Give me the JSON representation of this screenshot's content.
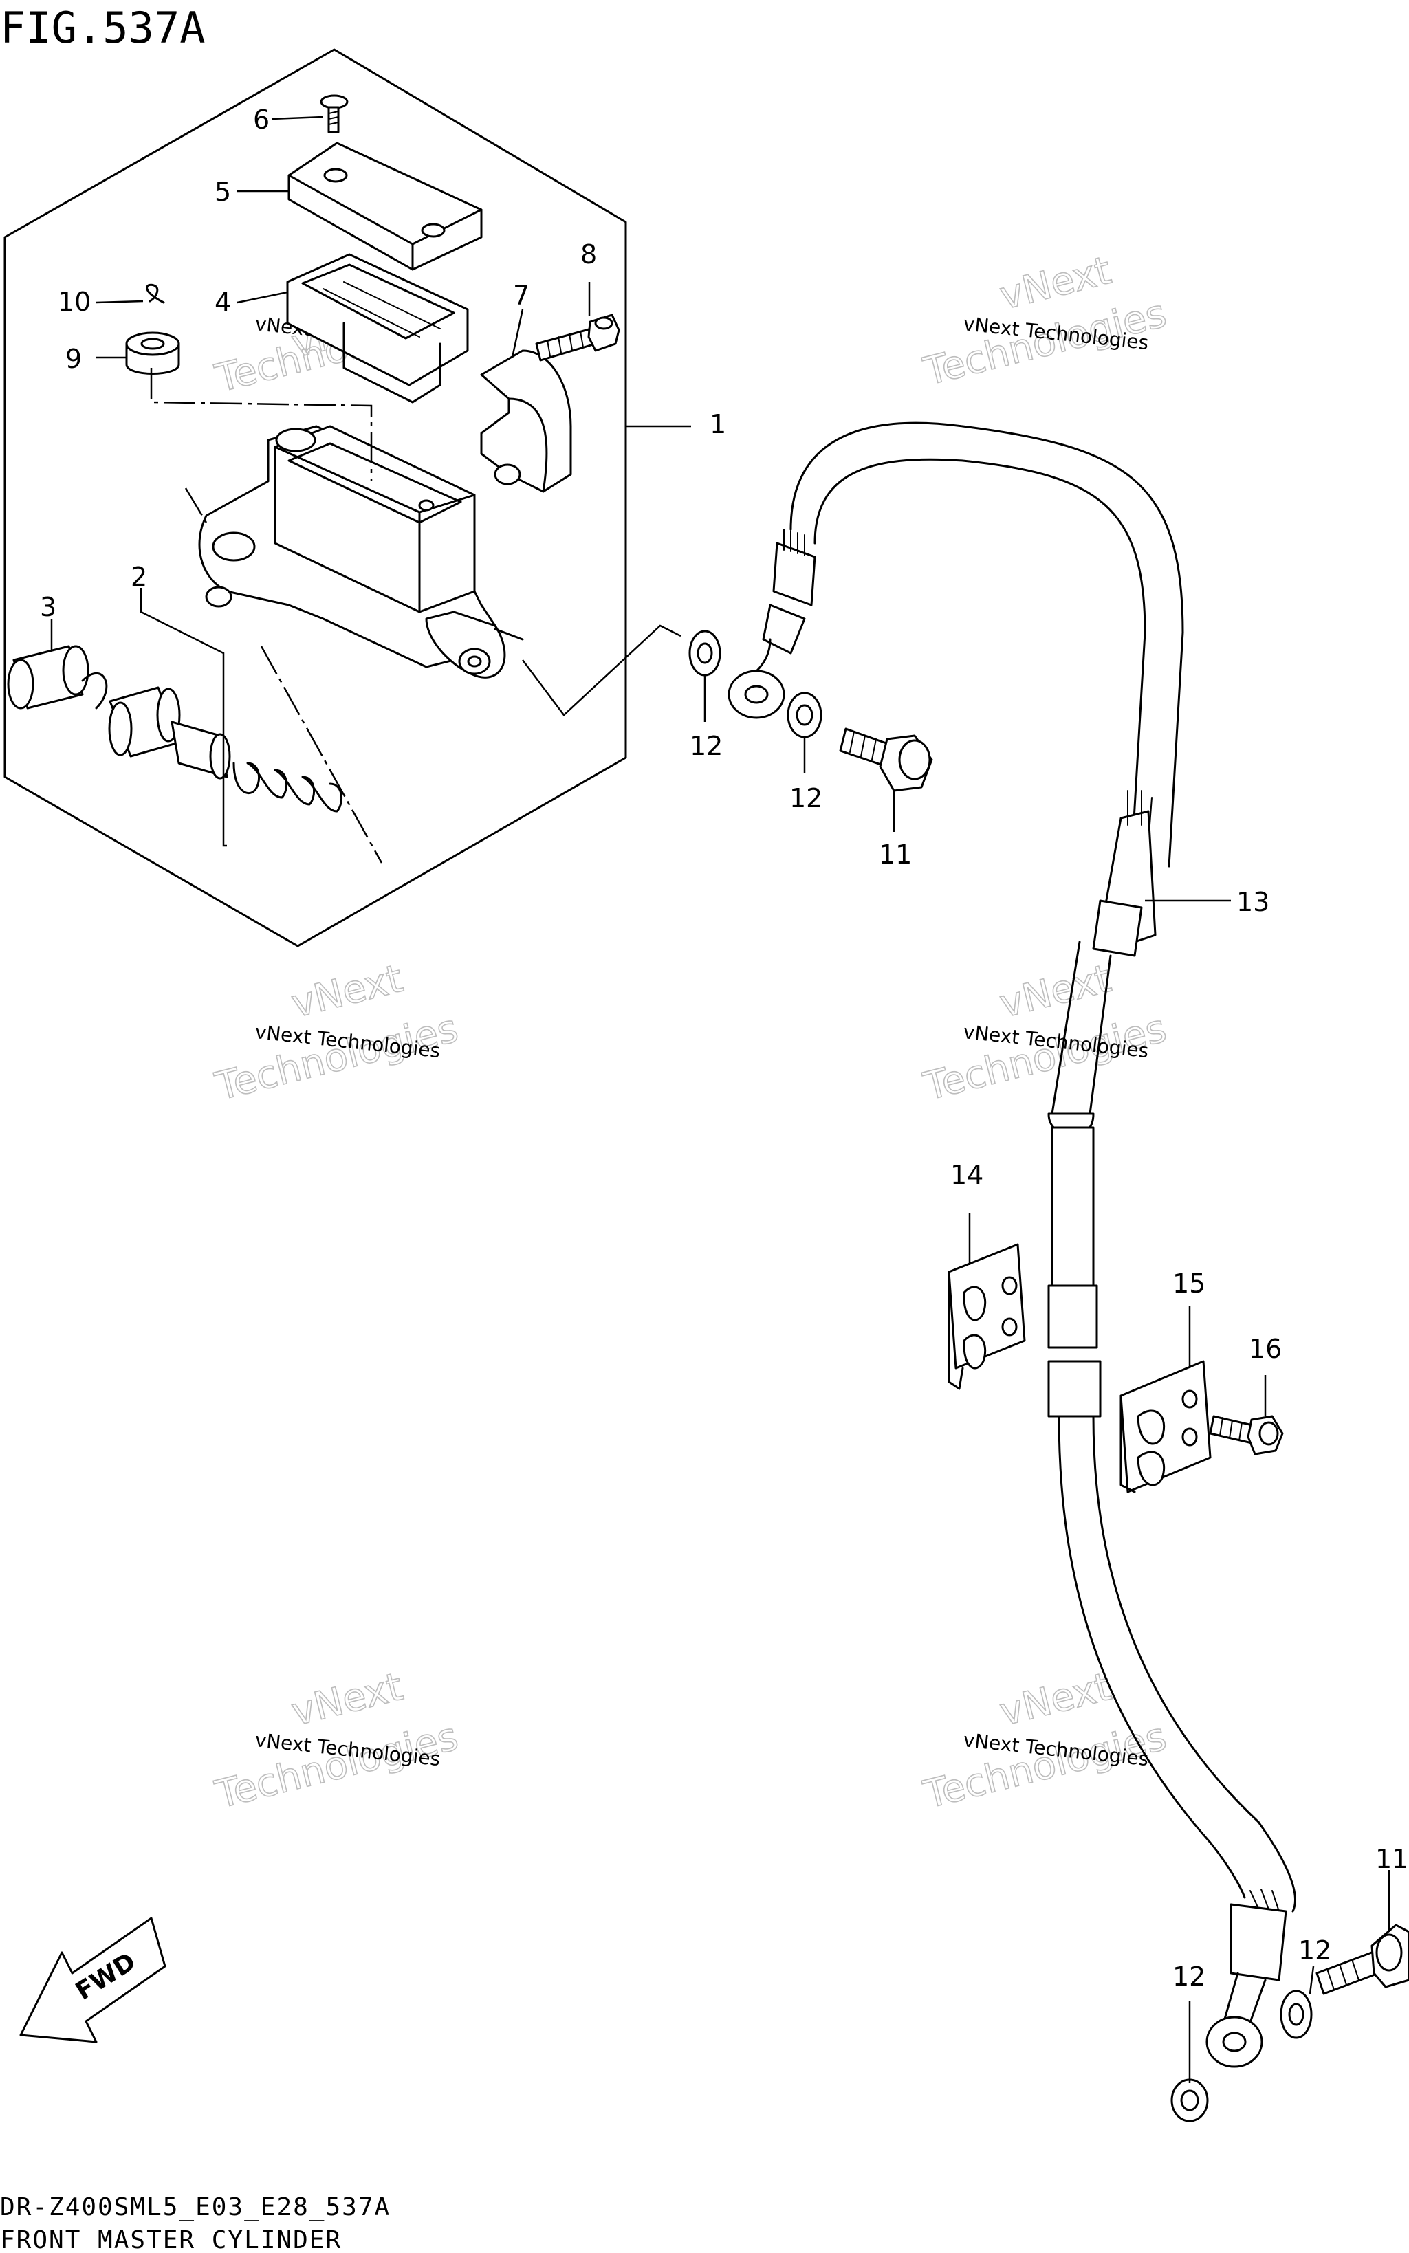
{
  "figure": {
    "title": "FIG.537A",
    "model_code": "DR-Z400SML5_E03_E28_537A",
    "name": "FRONT MASTER CYLINDER"
  },
  "fwd_label": "FWD",
  "watermark": {
    "small_text": "vNext Technologies",
    "big_line1": "vNext",
    "big_line2": "Technologies"
  },
  "callouts": [
    {
      "id": "c1",
      "label": "1"
    },
    {
      "id": "c2",
      "label": "2"
    },
    {
      "id": "c3",
      "label": "3"
    },
    {
      "id": "c4",
      "label": "4"
    },
    {
      "id": "c5",
      "label": "5"
    },
    {
      "id": "c6",
      "label": "6"
    },
    {
      "id": "c7",
      "label": "7"
    },
    {
      "id": "c8",
      "label": "8"
    },
    {
      "id": "c9",
      "label": "9"
    },
    {
      "id": "c10",
      "label": "10"
    },
    {
      "id": "c11a",
      "label": "11"
    },
    {
      "id": "c11b",
      "label": "11"
    },
    {
      "id": "c12a",
      "label": "12"
    },
    {
      "id": "c12b",
      "label": "12"
    },
    {
      "id": "c12c",
      "label": "12"
    },
    {
      "id": "c12d",
      "label": "12"
    },
    {
      "id": "c13",
      "label": "13"
    },
    {
      "id": "c14",
      "label": "14"
    },
    {
      "id": "c15",
      "label": "15"
    },
    {
      "id": "c16",
      "label": "16"
    }
  ]
}
